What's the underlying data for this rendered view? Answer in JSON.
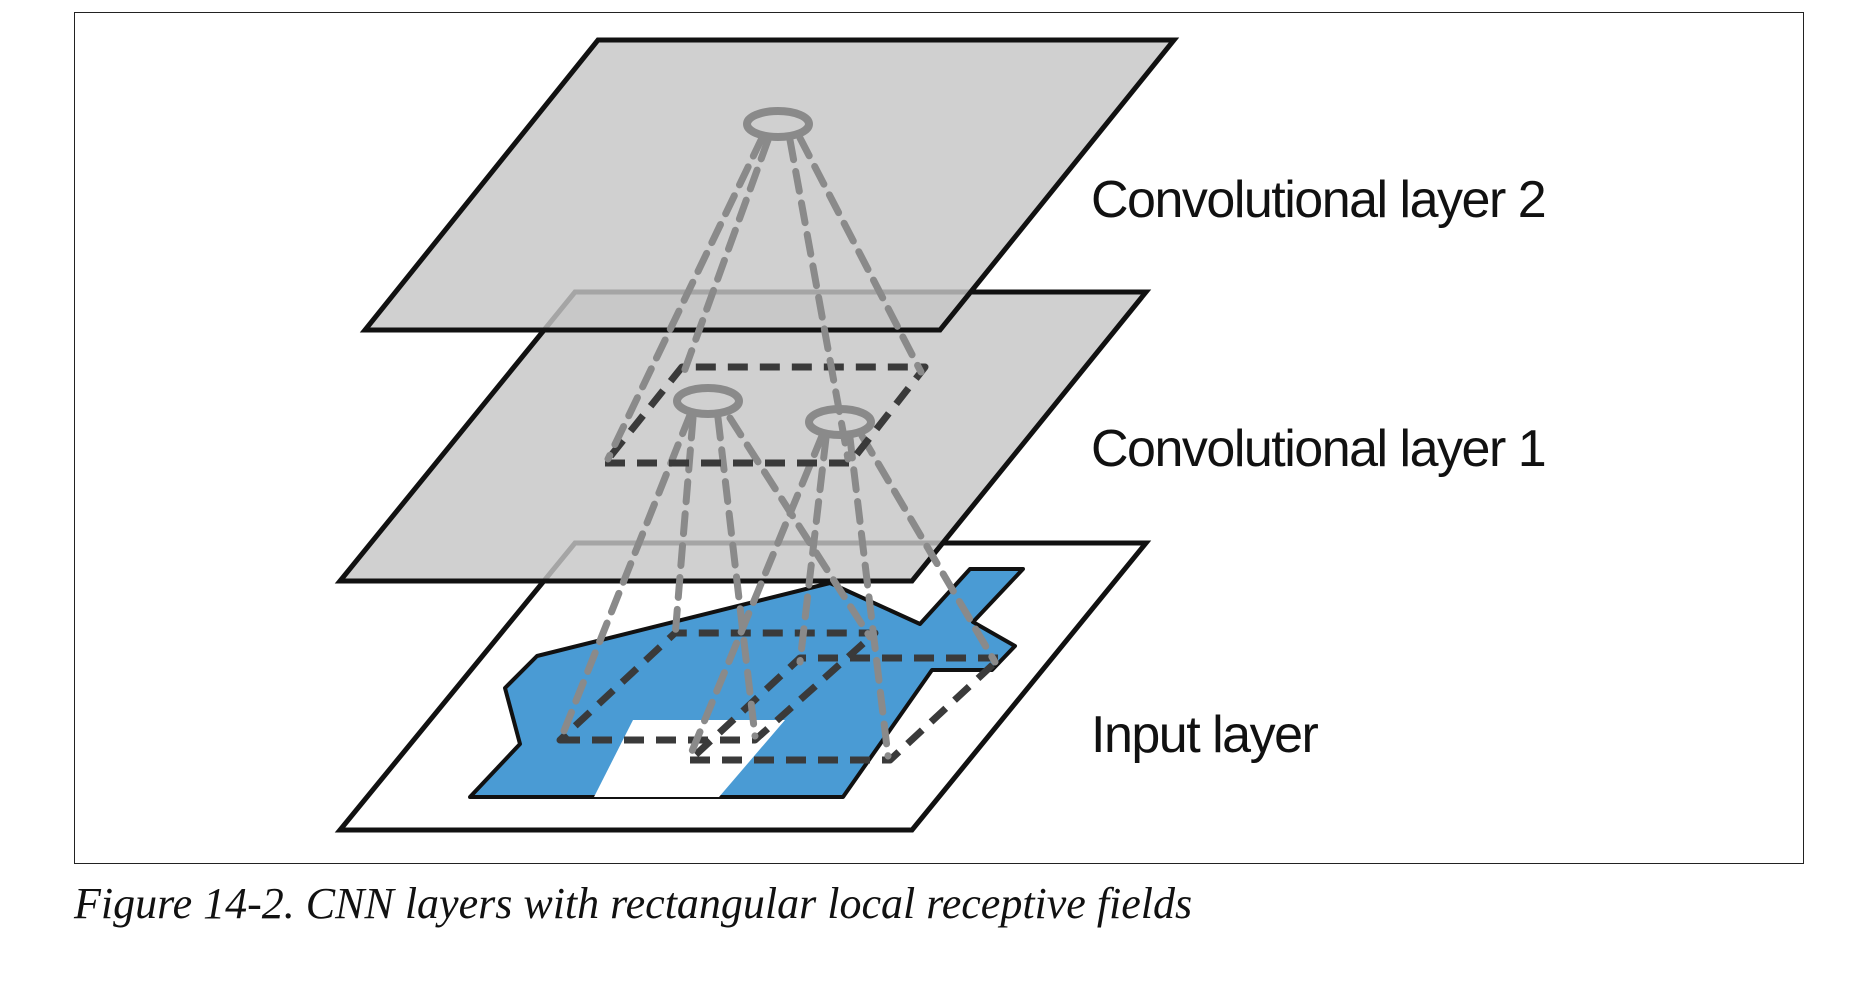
{
  "figure": {
    "caption": "Figure 14-2. CNN layers with rectangular local receptive fields"
  },
  "layers": {
    "conv2_label": "Convolutional layer 2",
    "conv1_label": "Convolutional layer 1",
    "input_label": "Input layer"
  },
  "colors": {
    "conv_plane_fill": "#d0d0d0",
    "input_plane_fill": "#ffffff",
    "house_fill": "#4a9bd4",
    "receptive_field_outline": "#3a3a3a",
    "projection_lines": "#888888"
  }
}
